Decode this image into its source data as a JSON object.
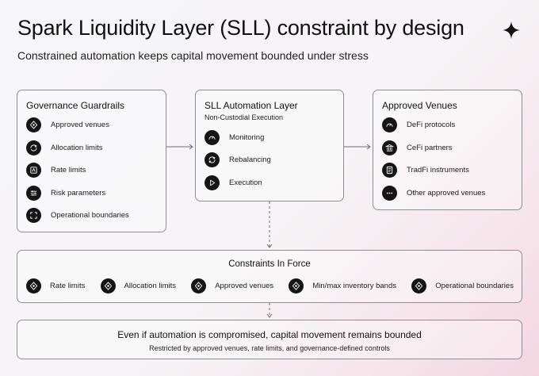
{
  "header": {
    "title": "Spark Liquidity Layer (SLL) constraint by design",
    "subtitle": "Constrained automation keeps capital movement bounded under stress",
    "logo_icon": "sparkle-icon"
  },
  "governance": {
    "title": "Governance Guardrails",
    "items": [
      {
        "label": "Approved venues",
        "icon": "shield-grid-icon"
      },
      {
        "label": "Allocation limits",
        "icon": "cycle-arrows-icon"
      },
      {
        "label": "Rate limits",
        "icon": "speed-box-icon"
      },
      {
        "label": "Risk parameters",
        "icon": "sliders-icon"
      },
      {
        "label": "Operational boundaries",
        "icon": "corners-frame-icon"
      }
    ]
  },
  "automation": {
    "title": "SLL Automation Layer",
    "subtitle": "Non-Custodial Execution",
    "items": [
      {
        "label": "Monitoring",
        "icon": "gauge-icon"
      },
      {
        "label": "Rebalancing",
        "icon": "rebalance-arrows-icon"
      },
      {
        "label": "Execution",
        "icon": "play-icon"
      }
    ]
  },
  "venues": {
    "title": "Approved Venues",
    "items": [
      {
        "label": "DeFi protocols",
        "icon": "gauge-icon"
      },
      {
        "label": "CeFi partners",
        "icon": "bank-icon"
      },
      {
        "label": "TradFi instruments",
        "icon": "document-icon"
      },
      {
        "label": "Other approved venues",
        "icon": "ellipsis-icon"
      }
    ]
  },
  "constraints": {
    "title": "Constraints In Force",
    "items": [
      {
        "label": "Rate limits",
        "icon": "shield-grid-icon"
      },
      {
        "label": "Allocation limits",
        "icon": "shield-grid-icon"
      },
      {
        "label": "Approved venues",
        "icon": "shield-grid-icon"
      },
      {
        "label": "Min/max inventory bands",
        "icon": "shield-grid-icon"
      },
      {
        "label": "Operational boundaries",
        "icon": "shield-grid-icon"
      }
    ]
  },
  "bottom": {
    "title": "Even if automation is compromised, capital movement remains bounded",
    "subtitle": "Restricted by approved venues, rate limits, and governance-defined controls"
  },
  "colors": {
    "icon_bg": "#151515",
    "border": "#8f8f93",
    "text": "#141414",
    "gradient_accent": "#f4d6e1"
  }
}
